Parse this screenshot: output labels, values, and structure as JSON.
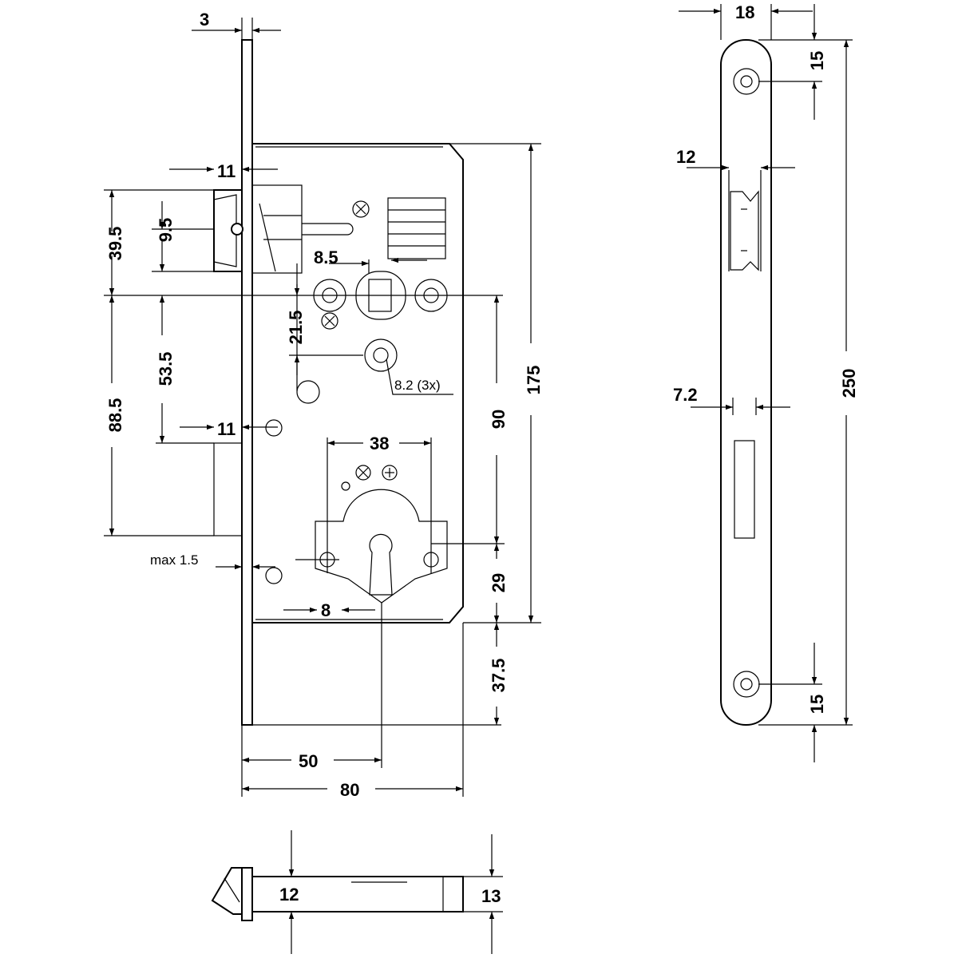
{
  "dimensions": {
    "faceplate_thickness": "3",
    "latch_projection": "11",
    "latch_height": "39.5",
    "latch_offset": "9.5",
    "spindle_hole": "8.5",
    "backset_top": "88.5",
    "spacing_53": "53.5",
    "spacing_21": "21.5",
    "hole_diameter": "8.2 (3x)",
    "bolt_projection": "11",
    "screw_spacing": "38",
    "spindle_to_cylinder": "90",
    "case_height": "175",
    "max_gap": "max 1.5",
    "cylinder_offset": "8",
    "cylinder_to_bottom": "29",
    "case_to_plate_end": "37.5",
    "backset": "50",
    "case_depth": "80",
    "forend_width": "18",
    "forend_screw_top": "15",
    "latch_slot_width": "12",
    "bolt_slot_width": "7.2",
    "forend_length": "250",
    "forend_screw_bottom": "15",
    "bottom_latch_width": "12",
    "bottom_case_height": "13"
  },
  "colors": {
    "line": "#000000",
    "background": "#ffffff"
  }
}
